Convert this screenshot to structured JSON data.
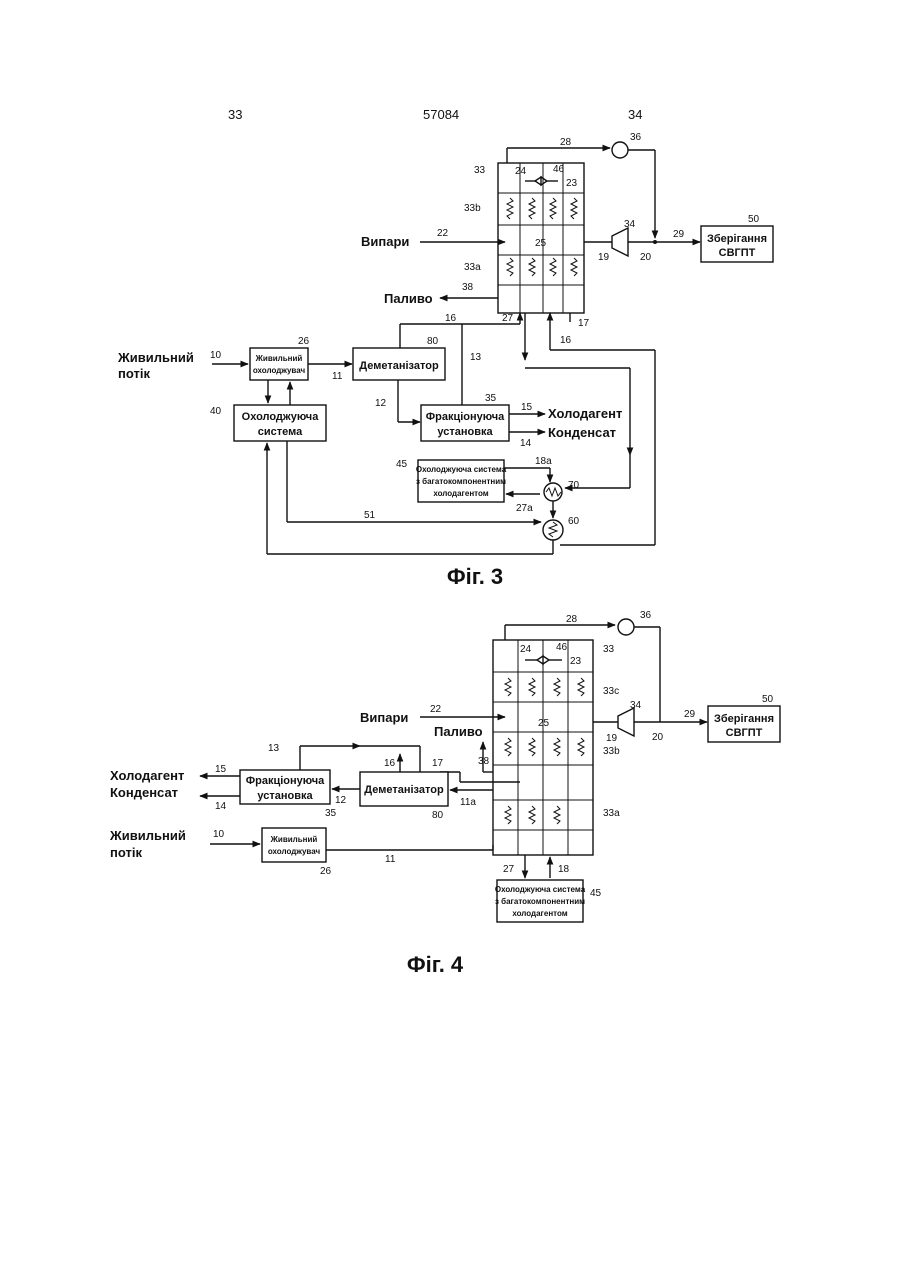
{
  "header": {
    "left_page": "33",
    "doc_number": "57084",
    "right_page": "34"
  },
  "fig3": {
    "caption": "Фіг. 3",
    "labels": {
      "vapors": "Випари",
      "fuel": "Паливо",
      "feed_1": "Живильний",
      "feed_2": "потік",
      "refrigerant": "Холодагент",
      "condensate": "Конденсат"
    },
    "boxes": {
      "precooler_1": "Живильний",
      "precooler_2": "охолоджувач",
      "demethanizer": "Деметанізатор",
      "cooling_1": "Охолоджуюча",
      "cooling_2": "система",
      "fractionation_1": "Фракціонуюча",
      "fractionation_2": "установка",
      "mixed_1": "Охолоджуюча система",
      "mixed_2": "з багатокомпонентним",
      "mixed_3": "холодагентом",
      "storage_1": "Зберігання",
      "storage_2": "СВГПТ"
    },
    "refs": {
      "r10": "10",
      "r11": "11",
      "r12": "12",
      "r13": "13",
      "r14": "14",
      "r15": "15",
      "r16": "16",
      "r16b": "16",
      "r17": "17",
      "r18a": "18a",
      "r19": "19",
      "r20": "20",
      "r22": "22",
      "r23": "23",
      "r24": "24",
      "r25": "25",
      "r26": "26",
      "r27": "27",
      "r27a": "27a",
      "r28": "28",
      "r29": "29",
      "r33": "33",
      "r33a": "33a",
      "r33b": "33b",
      "r34": "34",
      "r35": "35",
      "r36": "36",
      "r38": "38",
      "r40": "40",
      "r45": "45",
      "r46": "46",
      "r50": "50",
      "r51": "51",
      "r60": "60",
      "r70": "70",
      "r80": "80"
    }
  },
  "fig4": {
    "caption": "Фіг. 4",
    "labels": {
      "vapors": "Випари",
      "fuel": "Паливо",
      "feed_1": "Живильний",
      "feed_2": "потік",
      "refrigerant": "Холодагент",
      "condensate": "Конденсат"
    },
    "boxes": {
      "precooler_1": "Живильний",
      "precooler_2": "охолоджувач",
      "demethanizer": "Деметанізатор",
      "fractionation_1": "Фракціонуюча",
      "fractionation_2": "установка",
      "mixed_1": "Охолоджуюча система",
      "mixed_2": "з багатокомпонентним",
      "mixed_3": "холодагентом",
      "storage_1": "Зберігання",
      "storage_2": "СВГПТ"
    },
    "refs": {
      "r10": "10",
      "r11": "11",
      "r11a": "11a",
      "r12": "12",
      "r13": "13",
      "r14": "14",
      "r15": "15",
      "r16": "16",
      "r17": "17",
      "r18": "18",
      "r19": "19",
      "r20": "20",
      "r22": "22",
      "r23": "23",
      "r24": "24",
      "r25": "25",
      "r26": "26",
      "r27": "27",
      "r28": "28",
      "r29": "29",
      "r33": "33",
      "r33a": "33a",
      "r33b": "33b",
      "r33c": "33c",
      "r34": "34",
      "r35": "35",
      "r36": "36",
      "r38": "38",
      "r45": "45",
      "r46": "46",
      "r50": "50",
      "r80": "80"
    }
  }
}
